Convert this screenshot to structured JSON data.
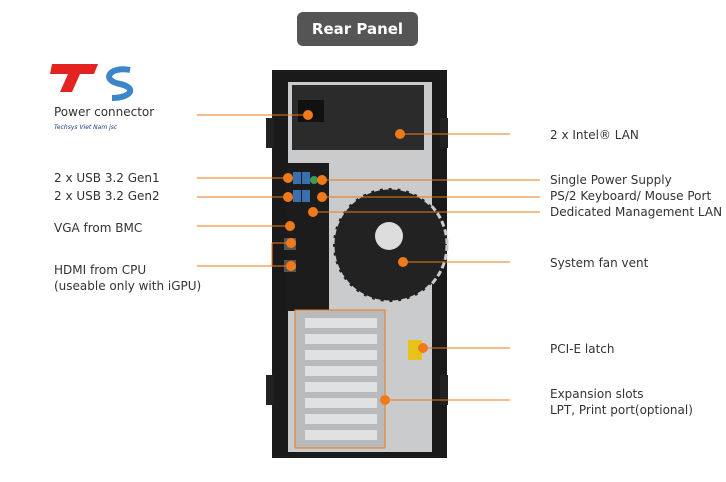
{
  "title": "Rear Panel",
  "logo": {
    "text": "Techsys Viet Nam jsc"
  },
  "left_labels": [
    "Power connector",
    "2 x USB 3.2 Gen1",
    "2 x USB 3.2 Gen2",
    "VGA from BMC",
    "HDMI from CPU",
    "(useable only with iGPU)"
  ],
  "right_labels": [
    "2 x Intel® LAN",
    "Single Power Supply",
    "PS/2 Keyboard/ Mouse Port",
    "Dedicated Management LAN",
    "System fan vent",
    "PCI-E latch",
    "Expansion slots",
    "LPT, Print port(optional)"
  ],
  "colors": {
    "accent": "#f07a1a",
    "title_bg": "#555555"
  }
}
